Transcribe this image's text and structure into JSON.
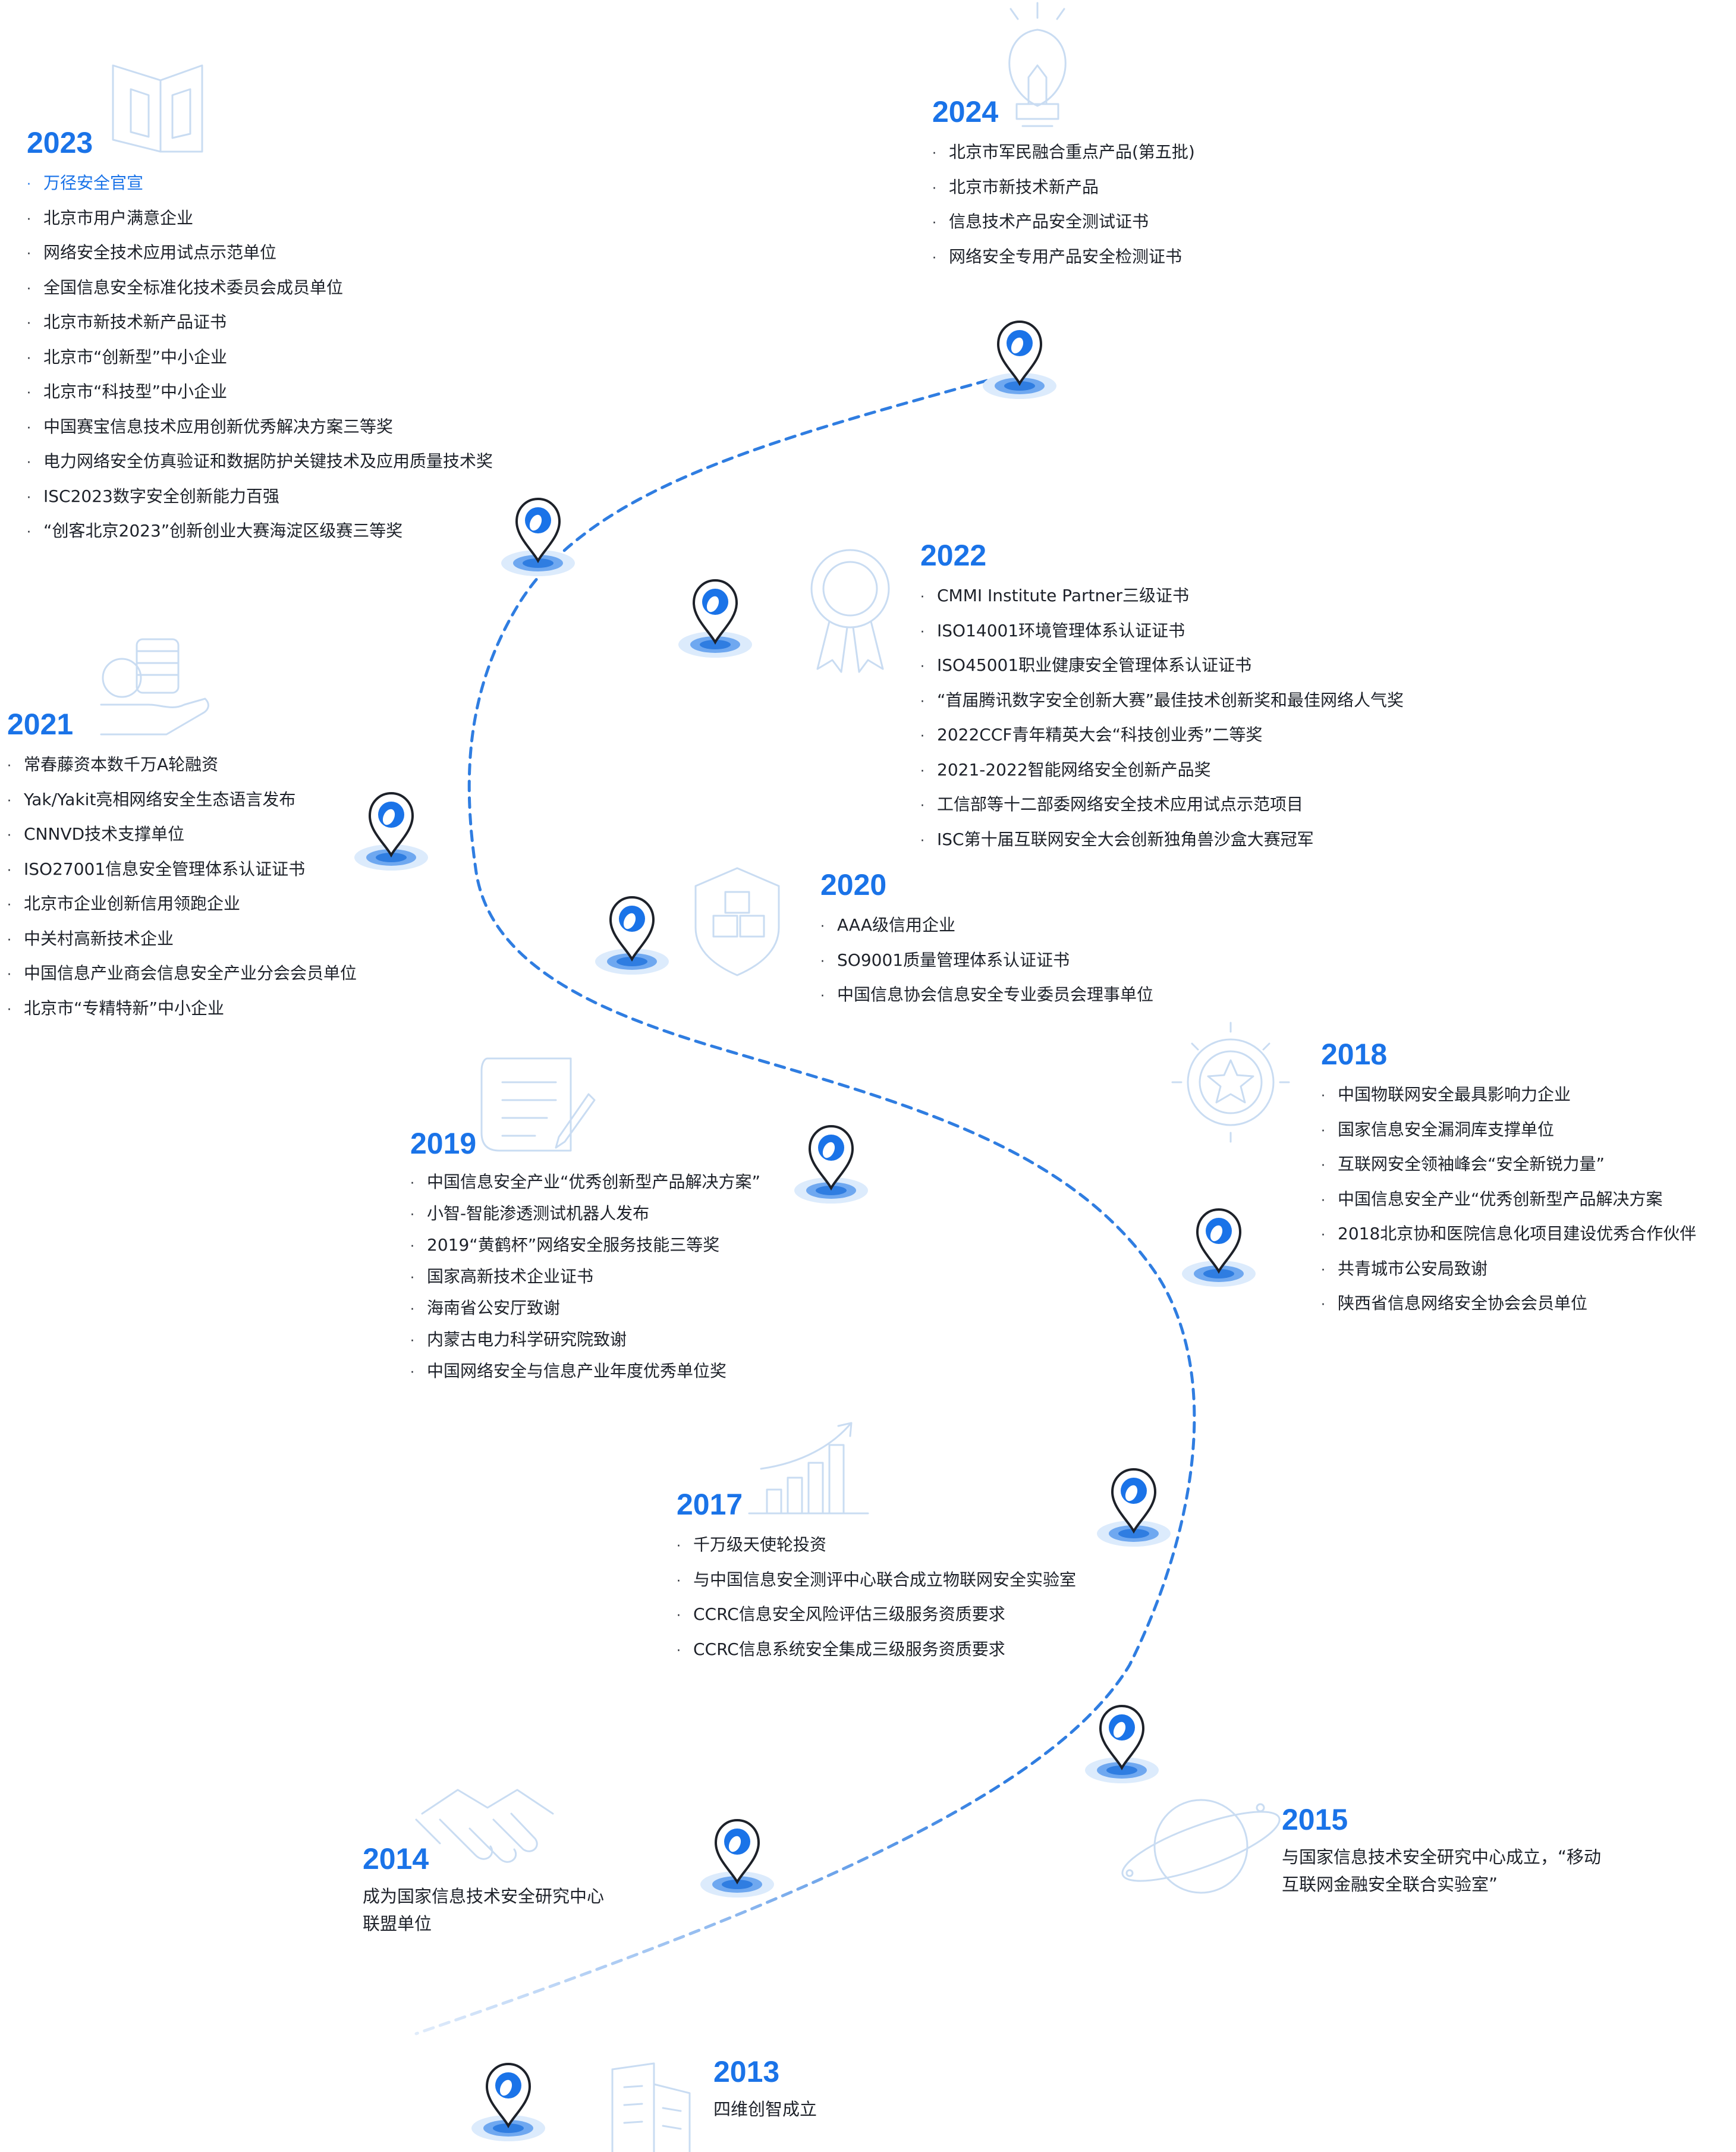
{
  "milestones": {
    "y2024": {
      "year": "2024",
      "items": [
        "北京市军民融合重点产品(第五批)",
        "北京市新技术新产品",
        "信息技术产品安全测试证书",
        "网络安全专用产品安全检测证书"
      ]
    },
    "y2023": {
      "year": "2023",
      "highlight": "万径安全官宣",
      "items": [
        "北京市用户满意企业",
        "网络安全技术应用试点示范单位",
        "全国信息安全标准化技术委员会成员单位",
        "北京市新技术新产品证书",
        "北京市“创新型”中小企业",
        "北京市“科技型”中小企业",
        "中国赛宝信息技术应用创新优秀解决方案三等奖",
        "电力网络安全仿真验证和数据防护关键技术及应用质量技术奖",
        "ISC2023数字安全创新能力百强",
        "“创客北京2023”创新创业大赛海淀区级赛三等奖"
      ]
    },
    "y2022": {
      "year": "2022",
      "items": [
        "CMMI Institute Partner三级证书",
        "ISO14001环境管理体系认证证书",
        "ISO45001职业健康安全管理体系认证证书",
        "“首届腾讯数字安全创新大赛”最佳技术创新奖和最佳网络人气奖",
        "2022CCF青年精英大会“科技创业秀”二等奖",
        "2021-2022智能网络安全创新产品奖",
        "工信部等十二部委网络安全技术应用试点示范项目",
        "ISC第十届互联网安全大会创新独角兽沙盒大赛冠军"
      ]
    },
    "y2021": {
      "year": "2021",
      "items": [
        "常春藤资本数千万A轮融资",
        "Yak/Yakit亮相网络安全生态语言发布",
        "CNNVD技术支撑单位",
        "ISO27001信息安全管理体系认证证书",
        "北京市企业创新信用领跑企业",
        "中关村高新技术企业",
        "中国信息产业商会信息安全产业分会会员单位",
        "北京市“专精特新”中小企业"
      ]
    },
    "y2020": {
      "year": "2020",
      "items": [
        "AAA级信用企业",
        "SO9001质量管理体系认证证书",
        "中国信息协会信息安全专业委员会理事单位"
      ]
    },
    "y2019": {
      "year": "2019",
      "items": [
        "中国信息安全产业“优秀创新型产品解决方案”",
        "小智-智能渗透测试机器人发布",
        "2019“黄鹤杯”网络安全服务技能三等奖",
        "国家高新技术企业证书",
        "海南省公安厅致谢",
        "内蒙古电力科学研究院致谢",
        "中国网络安全与信息产业年度优秀单位奖"
      ]
    },
    "y2018": {
      "year": "2018",
      "items": [
        "中国物联网安全最具影响力企业",
        "国家信息安全漏洞库支撑单位",
        "互联网安全领袖峰会“安全新锐力量”",
        "中国信息安全产业“优秀创新型产品解决方案",
        "2018北京协和医院信息化项目建设优秀合作伙伴",
        "共青城市公安局致谢",
        "陕西省信息网络安全协会会员单位"
      ]
    },
    "y2017": {
      "year": "2017",
      "items": [
        "千万级天使轮投资",
        "与中国信息安全测评中心联合成立物联网安全实验室",
        "CCRC信息安全风险评估三级服务资质要求",
        "CCRC信息系统安全集成三级服务资质要求"
      ]
    },
    "y2015": {
      "year": "2015",
      "lines": [
        "与国家信息技术安全研究中心成立，“移动",
        "互联网金融安全联合实验室”"
      ]
    },
    "y2014": {
      "year": "2014",
      "lines": [
        "成为国家信息技术安全研究中心",
        "联盟单位"
      ]
    },
    "y2013": {
      "year": "2013",
      "lines": [
        "四维创智成立"
      ]
    }
  },
  "colors": {
    "accent": "#1a73e8",
    "path": "#2f7de1",
    "icon_line": "#c9dcf2",
    "text": "#1d2129"
  },
  "icons": [
    "lightbulb-icon",
    "door-icon",
    "medal-icon",
    "coins-hand-icon",
    "shield-cube-icon",
    "document-pen-icon",
    "star-badge-icon",
    "growth-chart-icon",
    "handshake-icon",
    "planet-icon",
    "building-icon",
    "location-pin-icon"
  ]
}
